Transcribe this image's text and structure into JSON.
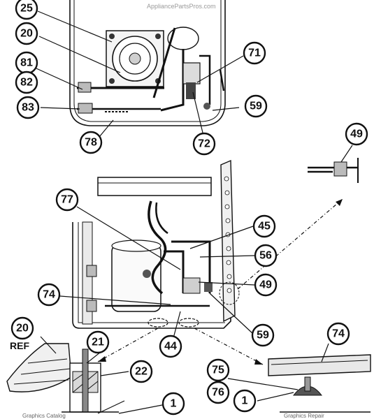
{
  "watermark": "AppliancePartsPros.com",
  "labels": {
    "c25": "25",
    "c20": "20",
    "c81": "81",
    "c82": "82",
    "c83": "83",
    "c78": "78",
    "c72": "72",
    "c71": "71",
    "c59a": "59",
    "c49a": "49",
    "c77": "77",
    "c45": "45",
    "c56": "56",
    "c49b": "49",
    "c74a": "74",
    "c59b": "59",
    "c44": "44",
    "c20b": "20",
    "ref": "REF",
    "c21": "21",
    "c22": "22",
    "c1a": "1",
    "c74b": "74",
    "c75": "75",
    "c76": "76",
    "c1b": "1"
  },
  "footer": {
    "left": "Graphics Catalog",
    "right": "Graphics Repair"
  }
}
